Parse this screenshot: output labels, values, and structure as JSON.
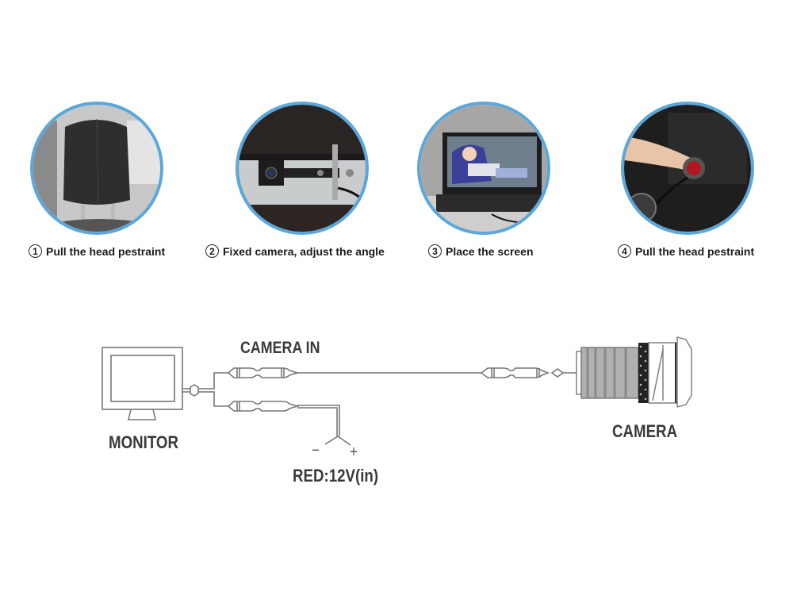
{
  "steps": [
    {
      "number": "1",
      "label": "Pull the head pestraint",
      "image": "car-headrest-photo"
    },
    {
      "number": "2",
      "label": "Fixed camera, adjust the angle",
      "image": "camera-mounted-on-headrest-photo"
    },
    {
      "number": "3",
      "label": "Place the screen",
      "image": "monitor-showing-baby-photo"
    },
    {
      "number": "4",
      "label": "Pull the head pestraint",
      "image": "finger-pressing-cigarette-lighter-plug-photo"
    }
  ],
  "diagram": {
    "monitor_label": "MONITOR",
    "camera_in_label": "CAMERA IN",
    "camera_label": "CAMERA",
    "power_label": "RED:12V(in)",
    "minus_sign": "−",
    "plus_sign": "+"
  },
  "colors": {
    "circle_border": "#5aa7dc",
    "diagram_line": "#777777",
    "label_text": "#3a3a3a"
  }
}
